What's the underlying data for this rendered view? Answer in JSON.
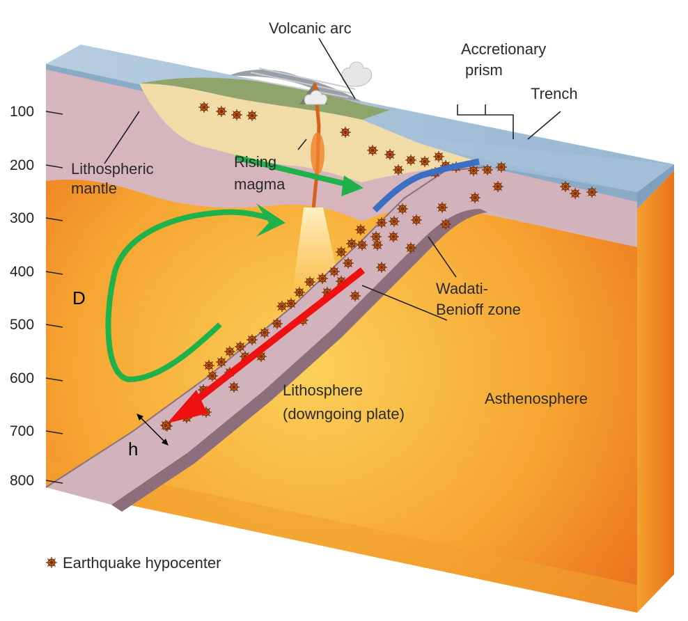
{
  "labels": {
    "volcanic_arc": "Volcanic arc",
    "accretionary_line1": "Accretionary",
    "accretionary_line2": "prism",
    "trench": "Trench",
    "lithospheric_line1": "Lithospheric",
    "lithospheric_line2": "mantle",
    "rising_line1": "Rising",
    "rising_line2": "magma",
    "wadati_line1": "Wadati-",
    "wadati_line2": "Benioff zone",
    "lithosphere_line1": "Lithosphere",
    "lithosphere_line2": "(downgoing plate)",
    "asthenosphere": "Asthenosphere",
    "legend": "Earthquake hypocenter",
    "d": "D",
    "h": "h"
  },
  "depth_ticks": [
    "100",
    "200",
    "300",
    "400",
    "500",
    "600",
    "700",
    "800"
  ],
  "colors": {
    "green_arrow": "#1fb24a",
    "red_arrow": "#ee1111",
    "blue_segment": "#3b6fc4",
    "mantle_orange": "#f28a1c",
    "lithosphere_pink": "#d9b8c0",
    "ocean_blue": "#a9c4dc"
  }
}
